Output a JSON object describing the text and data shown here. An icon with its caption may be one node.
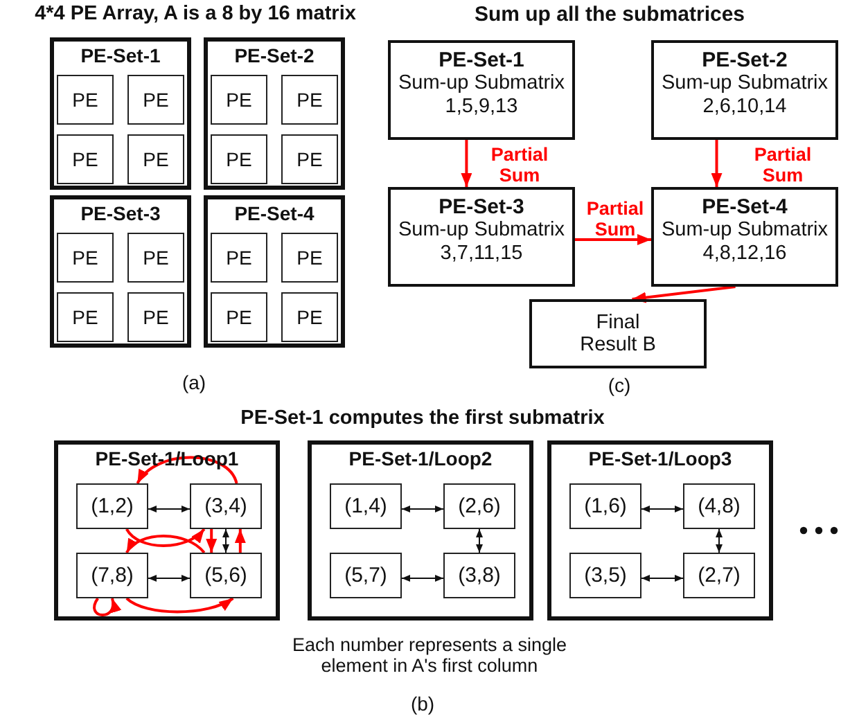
{
  "diagram": {
    "nodes": [
      {
        "text": [
          "PE-Set-1"
        ]
      },
      {
        "text": [
          "PE"
        ],
        "in": 0
      },
      {
        "text": [
          "PE"
        ],
        "in": 0
      },
      {
        "text": [
          "PE"
        ],
        "in": 0
      },
      {
        "text": [
          "PE"
        ],
        "in": 0
      },
      {
        "text": [
          "PE-Set-2"
        ]
      },
      {
        "text": [
          "PE"
        ],
        "in": 5
      },
      {
        "text": [
          "PE"
        ],
        "in": 5
      },
      {
        "text": [
          "PE"
        ],
        "in": 5
      },
      {
        "text": [
          "PE"
        ],
        "in": 5
      },
      {
        "text": [
          "PE-Set-3"
        ]
      },
      {
        "text": [
          "PE"
        ],
        "in": 10
      },
      {
        "text": [
          "PE"
        ],
        "in": 10
      },
      {
        "text": [
          "PE"
        ],
        "in": 10
      },
      {
        "text": [
          "PE"
        ],
        "in": 10
      },
      {
        "text": [
          "PE-Set-4"
        ]
      },
      {
        "text": [
          "PE"
        ],
        "in": 15
      },
      {
        "text": [
          "PE"
        ],
        "in": 15
      },
      {
        "text": [
          "PE"
        ],
        "in": 15
      },
      {
        "text": [
          "PE"
        ],
        "in": 15
      },
      {
        "text": [
          "PE-Set-1",
          "Sum-up Submatrix 1,5,9,13"
        ]
      },
      {
        "text": [
          "PE-Set-2",
          "Sum-up Submatrix 2,6,10,14"
        ]
      },
      {
        "text": [
          "PE-Set-3",
          "Sum-up Submatrix 3,7,11,15"
        ]
      },
      {
        "text": [
          "PE-Set-4",
          "Sum-up Submatrix 4,8,12,16"
        ]
      },
      {
        "text": [
          "Final Result B"
        ]
      },
      {
        "text": [
          "PE-Set-1/Loop1"
        ]
      },
      {
        "text": [
          "(1,2)"
        ],
        "in": 25
      },
      {
        "text": [
          "(3,4)"
        ],
        "in": 25
      },
      {
        "text": [
          "(7,8)"
        ],
        "in": 25
      },
      {
        "text": [
          "(5,6)"
        ],
        "in": 25
      },
      {
        "text": [
          "PE-Set-1/Loop2"
        ]
      },
      {
        "text": [
          "(1,4)"
        ],
        "in": 30
      },
      {
        "text": [
          "(2,6)"
        ],
        "in": 30
      },
      {
        "text": [
          "(5,7)"
        ],
        "in": 30
      },
      {
        "text": [
          "(3,8)"
        ],
        "in": 30
      },
      {
        "text": [
          "PE-Set-1/Loop3"
        ]
      },
      {
        "text": [
          "(1,6)"
        ],
        "in": 35
      },
      {
        "text": [
          "(4,8)"
        ],
        "in": 35
      },
      {
        "text": [
          "(3,5)"
        ],
        "in": 35
      },
      {
        "text": [
          "(2,7)"
        ],
        "in": 35
      }
    ],
    "edges": [
      {
        "from": 20,
        "to": 22,
        "arrow": "to",
        "label": "Partial Sum"
      },
      {
        "from": 21,
        "to": 23,
        "arrow": "to",
        "label": "Partial Sum"
      },
      {
        "from": 22,
        "to": 23,
        "arrow": "to",
        "label": "Partial Sum"
      },
      {
        "from": 23,
        "to": 24,
        "arrow": "to"
      },
      {
        "from": 26,
        "to": 27,
        "arrow": "both",
        "color": "#111111"
      },
      {
        "from": 27,
        "to": 29,
        "arrow": "both",
        "color": "#111111"
      },
      {
        "from": 28,
        "to": 29,
        "arrow": "both",
        "color": "#111111"
      },
      {
        "from": 27,
        "to": 26,
        "arrow": "to"
      },
      {
        "from": 26,
        "to": 27,
        "arrow": "to"
      },
      {
        "from": 27,
        "to": 29,
        "arrow": "to"
      },
      {
        "from": 29,
        "to": 27,
        "arrow": "to"
      },
      {
        "from": 29,
        "to": 28,
        "arrow": "to"
      },
      {
        "from": 28,
        "to": 29,
        "arrow": "to"
      },
      {
        "from": 28,
        "to": 28,
        "arrow": "to"
      },
      {
        "from": 31,
        "to": 32,
        "arrow": "both",
        "color": "#111111"
      },
      {
        "from": 32,
        "to": 34,
        "arrow": "both",
        "color": "#111111"
      },
      {
        "from": 33,
        "to": 34,
        "arrow": "both",
        "color": "#111111"
      },
      {
        "from": 36,
        "to": 37,
        "arrow": "both",
        "color": "#111111"
      },
      {
        "from": 37,
        "to": 39,
        "arrow": "both",
        "color": "#111111"
      },
      {
        "from": 38,
        "to": 39,
        "arrow": "both",
        "color": "#111111"
      }
    ],
    "labels": [
      "4*4 PE Array, A is a 8 by 16 matrix",
      "(a)",
      "Sum up all the submatrices",
      "(c)",
      "PE-Set-1 computes the first submatrix",
      "Each number represents a single element in A's first column",
      "(b)"
    ]
  }
}
